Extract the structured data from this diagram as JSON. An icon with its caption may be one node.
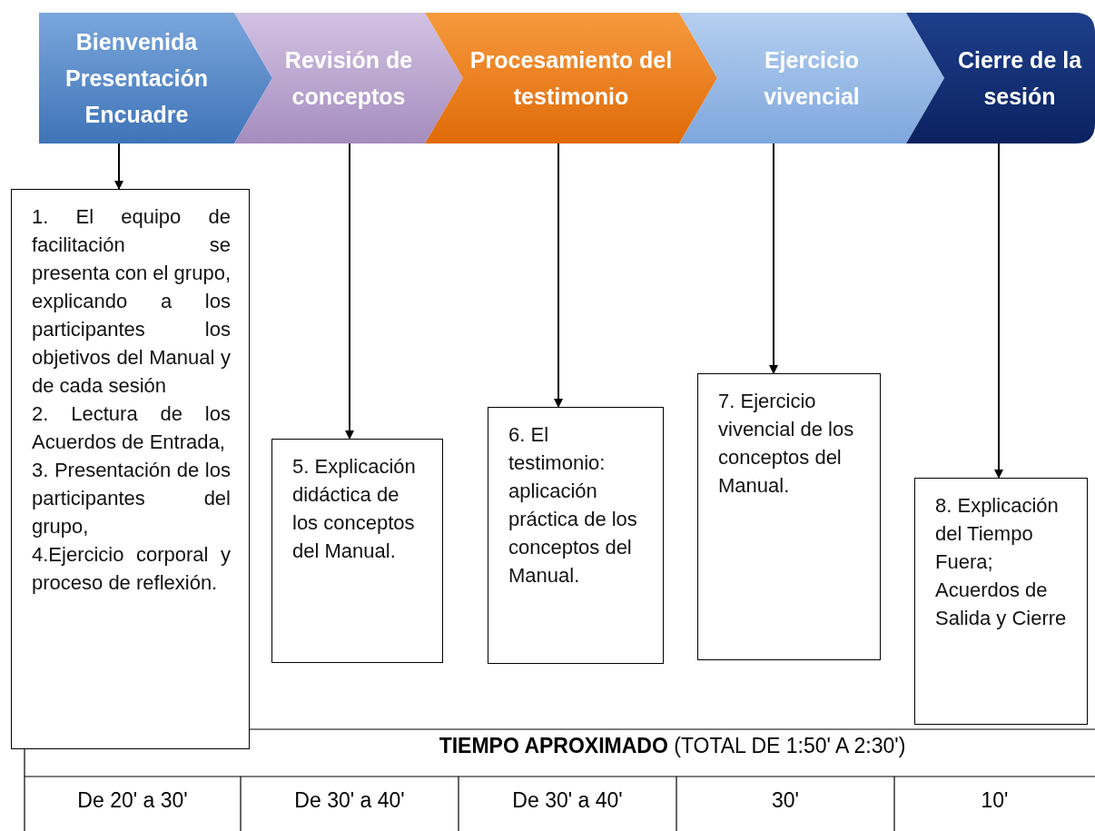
{
  "diagram": {
    "nodes": [
      {
        "text": [
          "Bienvenida Presentación Encuadre"
        ]
      },
      {
        "text": [
          "Revisión de conceptos"
        ]
      },
      {
        "text": [
          "Procesamiento del testimonio"
        ]
      },
      {
        "text": [
          "Ejercicio vivencial"
        ]
      },
      {
        "text": [
          "Cierre de la sesión"
        ]
      },
      {
        "text": [
          "1. El equipo de facilitación se presenta con el grupo, explicando a los participantes los objetivos del Manual y de cada sesión",
          "2. Lectura de los Acuerdos de Entrada,",
          "3. Presentación de los participantes del grupo,",
          "4.Ejercicio corporal y proceso de reflexión."
        ]
      },
      {
        "text": [
          "5. Explicación didáctica de los conceptos del Manual."
        ]
      },
      {
        "text": [
          "6. El testimonio: aplicación práctica de los conceptos del Manual."
        ]
      },
      {
        "text": [
          "7. Ejercicio vivencial de los conceptos del Manual."
        ]
      },
      {
        "text": [
          "8. Explicación del Tiempo Fuera; Acuerdos de Salida y Cierre"
        ]
      }
    ],
    "edges": [
      {
        "from": 0,
        "to": 5,
        "arrow": "to"
      },
      {
        "from": 1,
        "to": 6,
        "arrow": "to"
      },
      {
        "from": 2,
        "to": 7,
        "arrow": "to"
      },
      {
        "from": 3,
        "to": 8,
        "arrow": "to"
      },
      {
        "from": 4,
        "to": 9,
        "arrow": "to"
      }
    ],
    "labels": [
      "**TIEMPO APROXIMADO** (TOTAL DE 1:50' A 2:30')",
      "De 20' a 30'",
      "De 30' a 40'",
      "De 30' a 40'",
      "30'",
      "10'"
    ]
  }
}
